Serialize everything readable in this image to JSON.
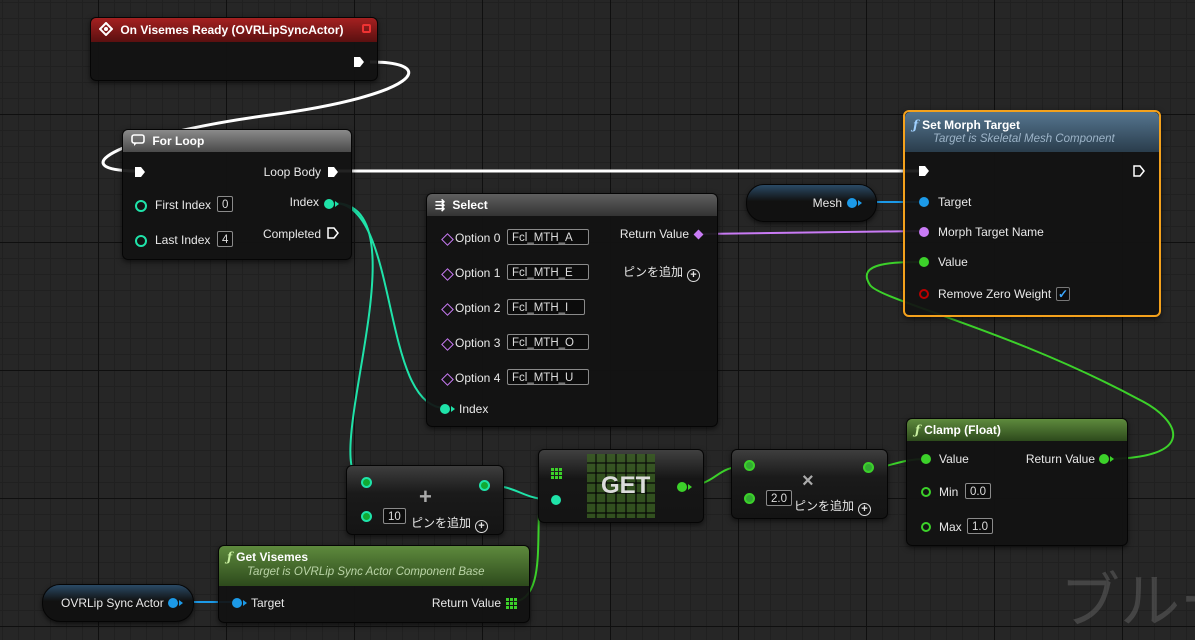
{
  "nodes": {
    "on_visemes_ready": {
      "title": "On Visemes Ready (OVRLipSyncActor)"
    },
    "for_loop": {
      "title": "For Loop",
      "first_index_label": "First Index",
      "first_index_value": "0",
      "last_index_label": "Last Index",
      "last_index_value": "4",
      "loop_body_label": "Loop Body",
      "index_label": "Index",
      "completed_label": "Completed"
    },
    "select": {
      "title": "Select",
      "options": [
        {
          "label": "Option 0",
          "value": "Fcl_MTH_A"
        },
        {
          "label": "Option 1",
          "value": "Fcl_MTH_E"
        },
        {
          "label": "Option 2",
          "value": "Fcl_MTH_I"
        },
        {
          "label": "Option 3",
          "value": "Fcl_MTH_O"
        },
        {
          "label": "Option 4",
          "value": "Fcl_MTH_U"
        }
      ],
      "return_label": "Return Value",
      "add_pin_label": "ピンを追加",
      "index_label": "Index"
    },
    "mesh_var": {
      "label": "Mesh"
    },
    "set_morph_target": {
      "title": "Set Morph Target",
      "subtitle": "Target is Skeletal Mesh Component",
      "target_label": "Target",
      "morph_name_label": "Morph Target Name",
      "value_label": "Value",
      "remove_zero_label": "Remove Zero Weight",
      "remove_zero_checked": true
    },
    "add_node": {
      "symbol": "+",
      "input_value": "10",
      "add_pin_label": "ピンを追加"
    },
    "get_node": {
      "label": "GET"
    },
    "multiply_node": {
      "symbol": "×",
      "input_value": "2.0",
      "add_pin_label": "ピンを追加"
    },
    "clamp": {
      "title": "Clamp (Float)",
      "value_label": "Value",
      "return_label": "Return Value",
      "min_label": "Min",
      "min_value": "0.0",
      "max_label": "Max",
      "max_value": "1.0"
    },
    "get_visemes": {
      "title": "Get Visemes",
      "subtitle": "Target is OVRLip Sync Actor Component Base",
      "target_label": "Target",
      "return_label": "Return Value"
    },
    "ovr_var": {
      "label": "OVRLip Sync Actor"
    }
  },
  "watermark": "ブルー",
  "colors": {
    "exec": "#ffffff",
    "int": "#1fe3a9",
    "float": "#3cd12a",
    "object": "#1c9ae8",
    "name": "#c97bf5",
    "bool": "#9a0000",
    "selection": "#f4a11c",
    "event_header": "#8a1a1a",
    "function_header": "#46627a",
    "pure_header": "#4e7a2d"
  }
}
